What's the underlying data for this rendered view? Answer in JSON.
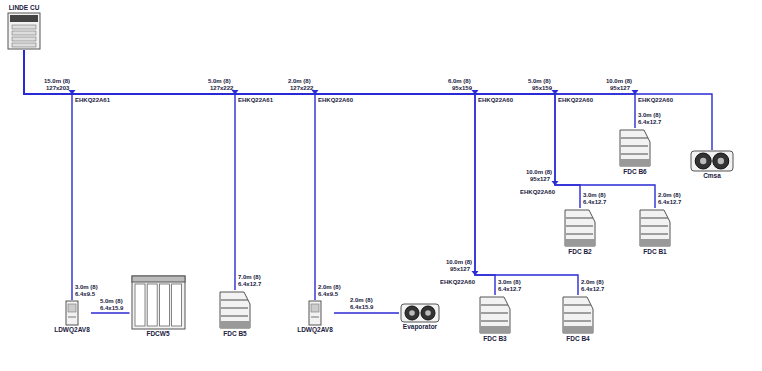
{
  "diagram": {
    "nodes": [
      {
        "text": [
          "LINDE CU"
        ]
      },
      {
        "text": [
          "LDWQ2AV8"
        ]
      },
      {
        "text": [
          "FDCW5"
        ]
      },
      {
        "text": [
          "FDC B5"
        ]
      },
      {
        "text": [
          "LDWQ2AV8"
        ]
      },
      {
        "text": [
          "Evaporator"
        ]
      },
      {
        "text": [
          "FDC B3"
        ]
      },
      {
        "text": [
          "FDC B4"
        ]
      },
      {
        "text": [
          "FDC B2"
        ]
      },
      {
        "text": [
          "FDC B1"
        ]
      },
      {
        "text": [
          "FDC B6"
        ]
      },
      {
        "text": [
          "Cmsa"
        ]
      }
    ],
    "edges": [
      {
        "from": 0,
        "to": 1,
        "arrow": "none"
      },
      {
        "from": 1,
        "to": 2,
        "arrow": "none"
      },
      {
        "from": 0,
        "to": 3,
        "arrow": "none"
      },
      {
        "from": 0,
        "to": 4,
        "arrow": "none"
      },
      {
        "from": 4,
        "to": 5,
        "arrow": "none"
      },
      {
        "from": 0,
        "to": 6,
        "arrow": "none"
      },
      {
        "from": 0,
        "to": 7,
        "arrow": "none"
      },
      {
        "from": 0,
        "to": 8,
        "arrow": "none"
      },
      {
        "from": 0,
        "to": 9,
        "arrow": "none"
      },
      {
        "from": 0,
        "to": 10,
        "arrow": "none"
      },
      {
        "from": 0,
        "to": 11,
        "arrow": "none"
      }
    ],
    "labels": [
      "15.0m (8)",
      "127x203",
      "EHKQ22A61",
      "5.0m (8)",
      "127x222",
      "EHKQ22A61",
      "2.0m (8)",
      "127x222",
      "EHKQ22A60",
      "6.0m (8)",
      "95x159",
      "EHKQ22A60",
      "5.0m (8)",
      "95x159",
      "EHKQ22A60",
      "10.0m (8)",
      "95x127",
      "EHKQ22A60",
      "10.0m (8)",
      "95x127",
      "EHKQ22A60",
      "10.0m (8)",
      "95x127",
      "EHKQ22A60",
      "3.0m (8)",
      "6.4x9.5",
      "5.0m (8)",
      "6.4x15.9",
      "7.0m (8)",
      "6.4x12.7",
      "2.0m (8)",
      "6.4x9.5",
      "2.0m (8)",
      "6.4x15.9",
      "3.0m (8)",
      "6.4x12.7",
      "2.0m (8)",
      "6.4x12.7",
      "3.0m (8)",
      "6.4x12.7",
      "2.0m (8)",
      "6.4x12.7",
      "3.0m (8)",
      "6.4x12.7"
    ]
  }
}
